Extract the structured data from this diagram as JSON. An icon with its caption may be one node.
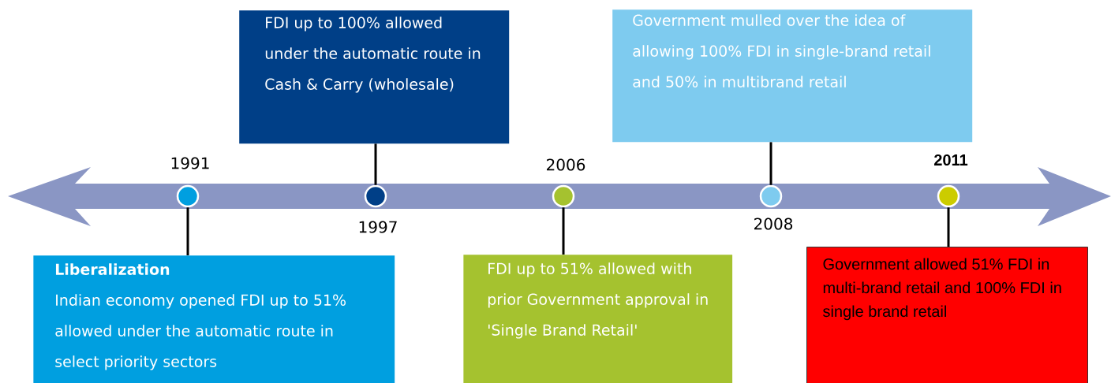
{
  "diagram": {
    "nodes": [
      {
        "text": [
          "FDI up to 100% allowed under the automatic route in Cash & Carry (wholesale)"
        ]
      },
      {
        "text": [
          "Government mulled over the idea of allowing 100% FDI in single-brand retail and 50% in multibrand retail"
        ]
      },
      {
        "text": [],
        "shape": "circle",
        "beside": [
          "1991"
        ]
      },
      {
        "text": [],
        "shape": "circle",
        "beside": [
          "1997"
        ]
      },
      {
        "text": [],
        "shape": "circle",
        "beside": [
          "2006"
        ]
      },
      {
        "text": [],
        "shape": "circle",
        "beside": [
          "2008"
        ]
      },
      {
        "text": [],
        "shape": "circle",
        "beside": [
          "2011"
        ]
      },
      {
        "text": [
          "Liberalization",
          "Indian economy opened FDI up to 51% allowed under the automatic route in select priority sectors"
        ]
      },
      {
        "text": [
          "FDI up to 51% allowed with prior Government approval in 'Single Brand Retail'"
        ]
      },
      {
        "text": [
          "Government allowed 51% FDI in multi-brand retail and 100% FDI in single brand retail"
        ]
      }
    ],
    "edges": [
      {
        "from": 0,
        "to": 3,
        "arrow": "none"
      },
      {
        "from": 1,
        "to": 5,
        "arrow": "none"
      },
      {
        "from": 7,
        "to": 2,
        "arrow": "none"
      },
      {
        "from": 8,
        "to": 4,
        "arrow": "none"
      },
      {
        "from": 9,
        "to": 6,
        "arrow": "none"
      }
    ]
  }
}
